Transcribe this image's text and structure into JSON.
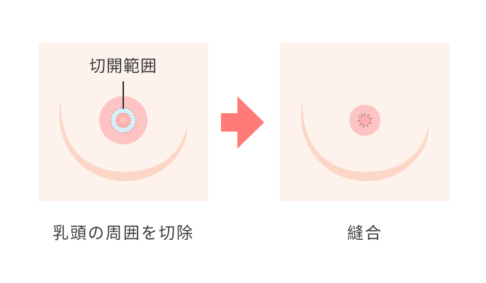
{
  "panels": {
    "before": {
      "callout_label": "切開範囲",
      "caption": "乳頭の周囲を切除"
    },
    "after": {
      "caption": "縫合"
    }
  },
  "colors": {
    "panel_background": "#fdf2ec",
    "breast_outline": "#fcd6c6",
    "areola": "#fdc4c3",
    "incision_ring": "#d5effa",
    "incision_dots": "#f59a96",
    "nipple": "#fbb1ad",
    "arrow": "#ff7b77",
    "text": "#3c3c3c",
    "suture": "#8e8e8e"
  },
  "icons": {
    "arrow": "right-arrow-icon"
  }
}
